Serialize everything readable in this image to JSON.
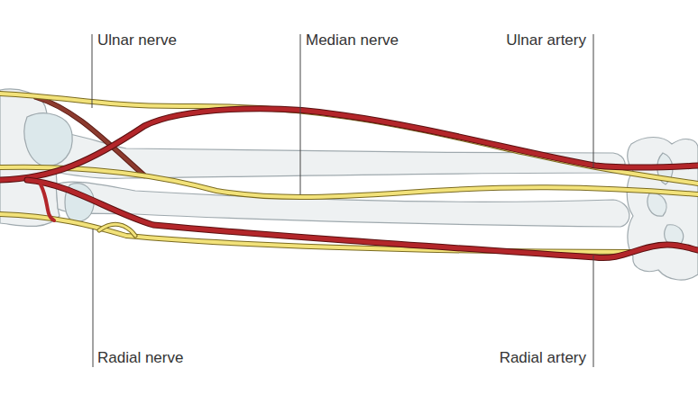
{
  "diagram": {
    "labels": [
      "Ulnar nerve",
      "Median nerve",
      "Ulnar artery",
      "Radial nerve",
      "Radial artery"
    ]
  }
}
